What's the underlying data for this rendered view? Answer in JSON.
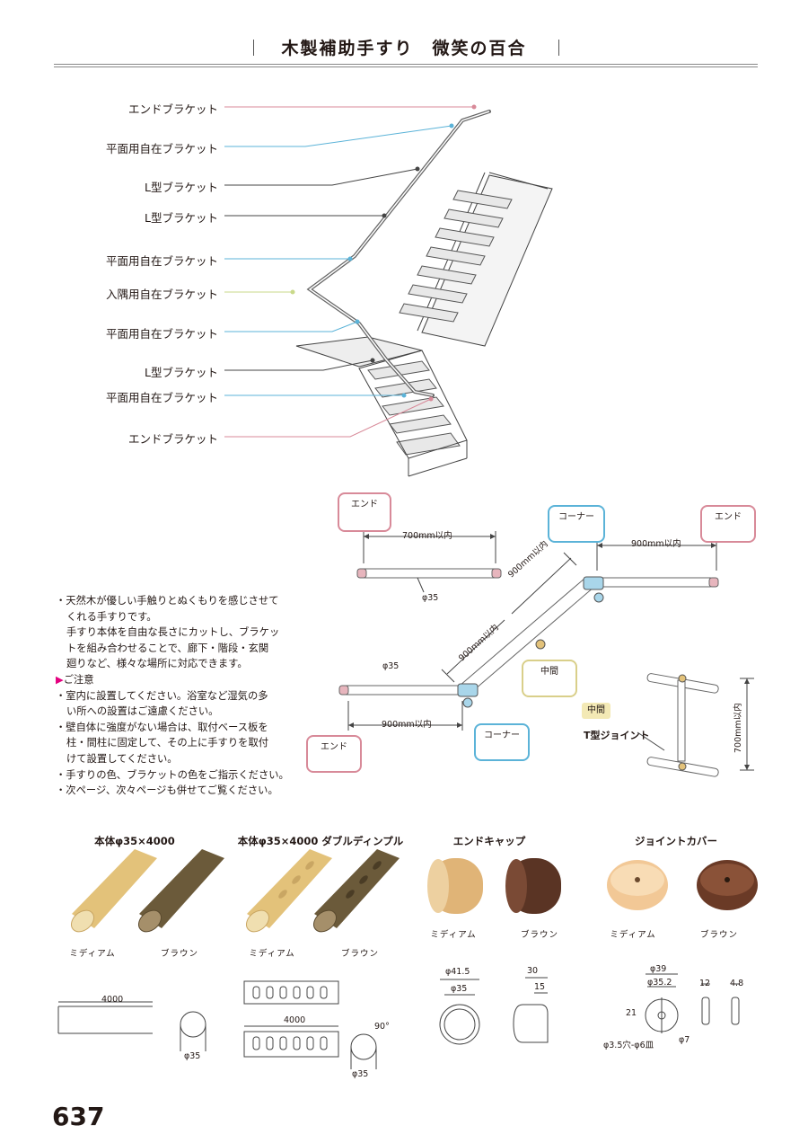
{
  "title": "木製補助手すり　微笑の百合",
  "stair_labels": [
    {
      "text": "エンドブラケット",
      "color": "#d88a99"
    },
    {
      "text": "平面用自在ブラケット",
      "color": "#5bb3d8"
    },
    {
      "text": "L型ブラケット",
      "color": "#444444"
    },
    {
      "text": "L型ブラケット",
      "color": "#444444"
    },
    {
      "text": "平面用自在ブラケット",
      "color": "#5bb3d8"
    },
    {
      "text": "入隅用自在ブラケット",
      "color": "#c9d98a"
    },
    {
      "text": "平面用自在ブラケット",
      "color": "#5bb3d8"
    },
    {
      "text": "L型ブラケット",
      "color": "#444444"
    },
    {
      "text": "平面用自在ブラケット",
      "color": "#5bb3d8"
    },
    {
      "text": "エンドブラケット",
      "color": "#d88a99"
    }
  ],
  "diagram": {
    "end": "エンド",
    "corner": "コーナー",
    "middle": "中間",
    "middle_badge": "中間",
    "t_joint": "T型ジョイント",
    "dim_700": "700mm以内",
    "dim_900": "900mm以内",
    "dia_35": "φ35"
  },
  "notes": [
    "・天然木が優しい手触りとぬくもりを感じさせて",
    "くれる手すりです。",
    "手すり本体を自由な長さにカットし、ブラケッ",
    "トを組み合わせることで、廊下・階段・玄関",
    "廻りなど、様々な場所に対応できます。",
    "ご注意",
    "・室内に設置してください。浴室など湿気の多",
    "い所への設置はご遠慮ください。",
    "・壁自体に強度がない場合は、取付ベース板を",
    "柱・間柱に固定して、その上に手すりを取付",
    "けて設置してください。",
    "・手すりの色、ブラケットの色をご指示ください。",
    "・次ページ、次々ページも併せてご覧ください。"
  ],
  "products": [
    {
      "name": "本体φ35×4000",
      "variants": [
        "ミディアム",
        "ブラウン"
      ]
    },
    {
      "name": "本体φ35×4000 ダブルディンプル",
      "variants": [
        "ミディアム",
        "ブラウン"
      ]
    },
    {
      "name": "エンドキャップ",
      "variants": [
        "ミディアム",
        "ブラウン"
      ]
    },
    {
      "name": "ジョイントカバー",
      "variants": [
        "ミディアム",
        "ブラウン"
      ]
    }
  ],
  "drawings": {
    "len_4000": "4000",
    "dia_35": "φ35",
    "angle_90": "90°",
    "cap_415": "φ41.5",
    "cap_35": "φ35",
    "cap_30": "30",
    "cap_15": "15",
    "jc_39": "φ39",
    "jc_352": "φ35.2",
    "jc_21": "21",
    "jc_hole": "φ3.5穴-φ6皿",
    "jc_7": "φ7",
    "jc_12": "12",
    "jc_48": "4.8"
  },
  "colors": {
    "medium_wood": "#e3c27a",
    "brown_wood": "#6b4a2e",
    "end_box": "#d88a99",
    "corner_box": "#5bb3d8",
    "middle_box": "#d9cf8a"
  },
  "page_number": "637"
}
